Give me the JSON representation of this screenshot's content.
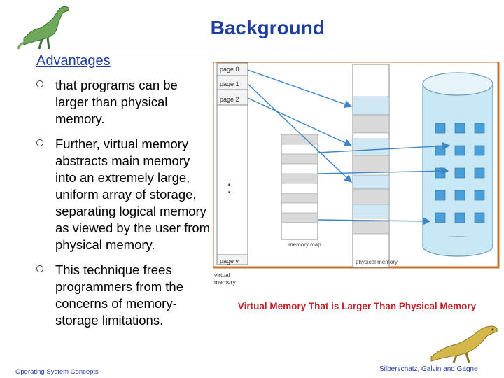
{
  "slide": {
    "title": "Background",
    "subheading": "Advantages",
    "bullets": [
      "that programs can be larger than physical memory.",
      "Further, virtual memory abstracts main memory into an extremely large, uniform array of storage, separating logical memory as viewed by the user from physical memory.",
      "This technique frees programmers from the concerns of memory-storage limitations."
    ]
  },
  "diagram": {
    "pages": [
      "page 0",
      "page 1",
      "page 2",
      "page v"
    ],
    "dots": ":",
    "virtual_memory_label": "virtual memory",
    "memory_map_label": "memory map",
    "physical_memory_label": "physical memory",
    "caption": "Virtual Memory That is Larger Than Physical Memory"
  },
  "footer": {
    "left": "Operating System Concepts",
    "right": "Silberschatz, Galvin and Gagne"
  },
  "colors": {
    "title": "#1f3f9f",
    "caption": "#c0262b",
    "frame": "#c8702a",
    "disk": "#c8e8f5",
    "arrow": "#3d85c6"
  }
}
